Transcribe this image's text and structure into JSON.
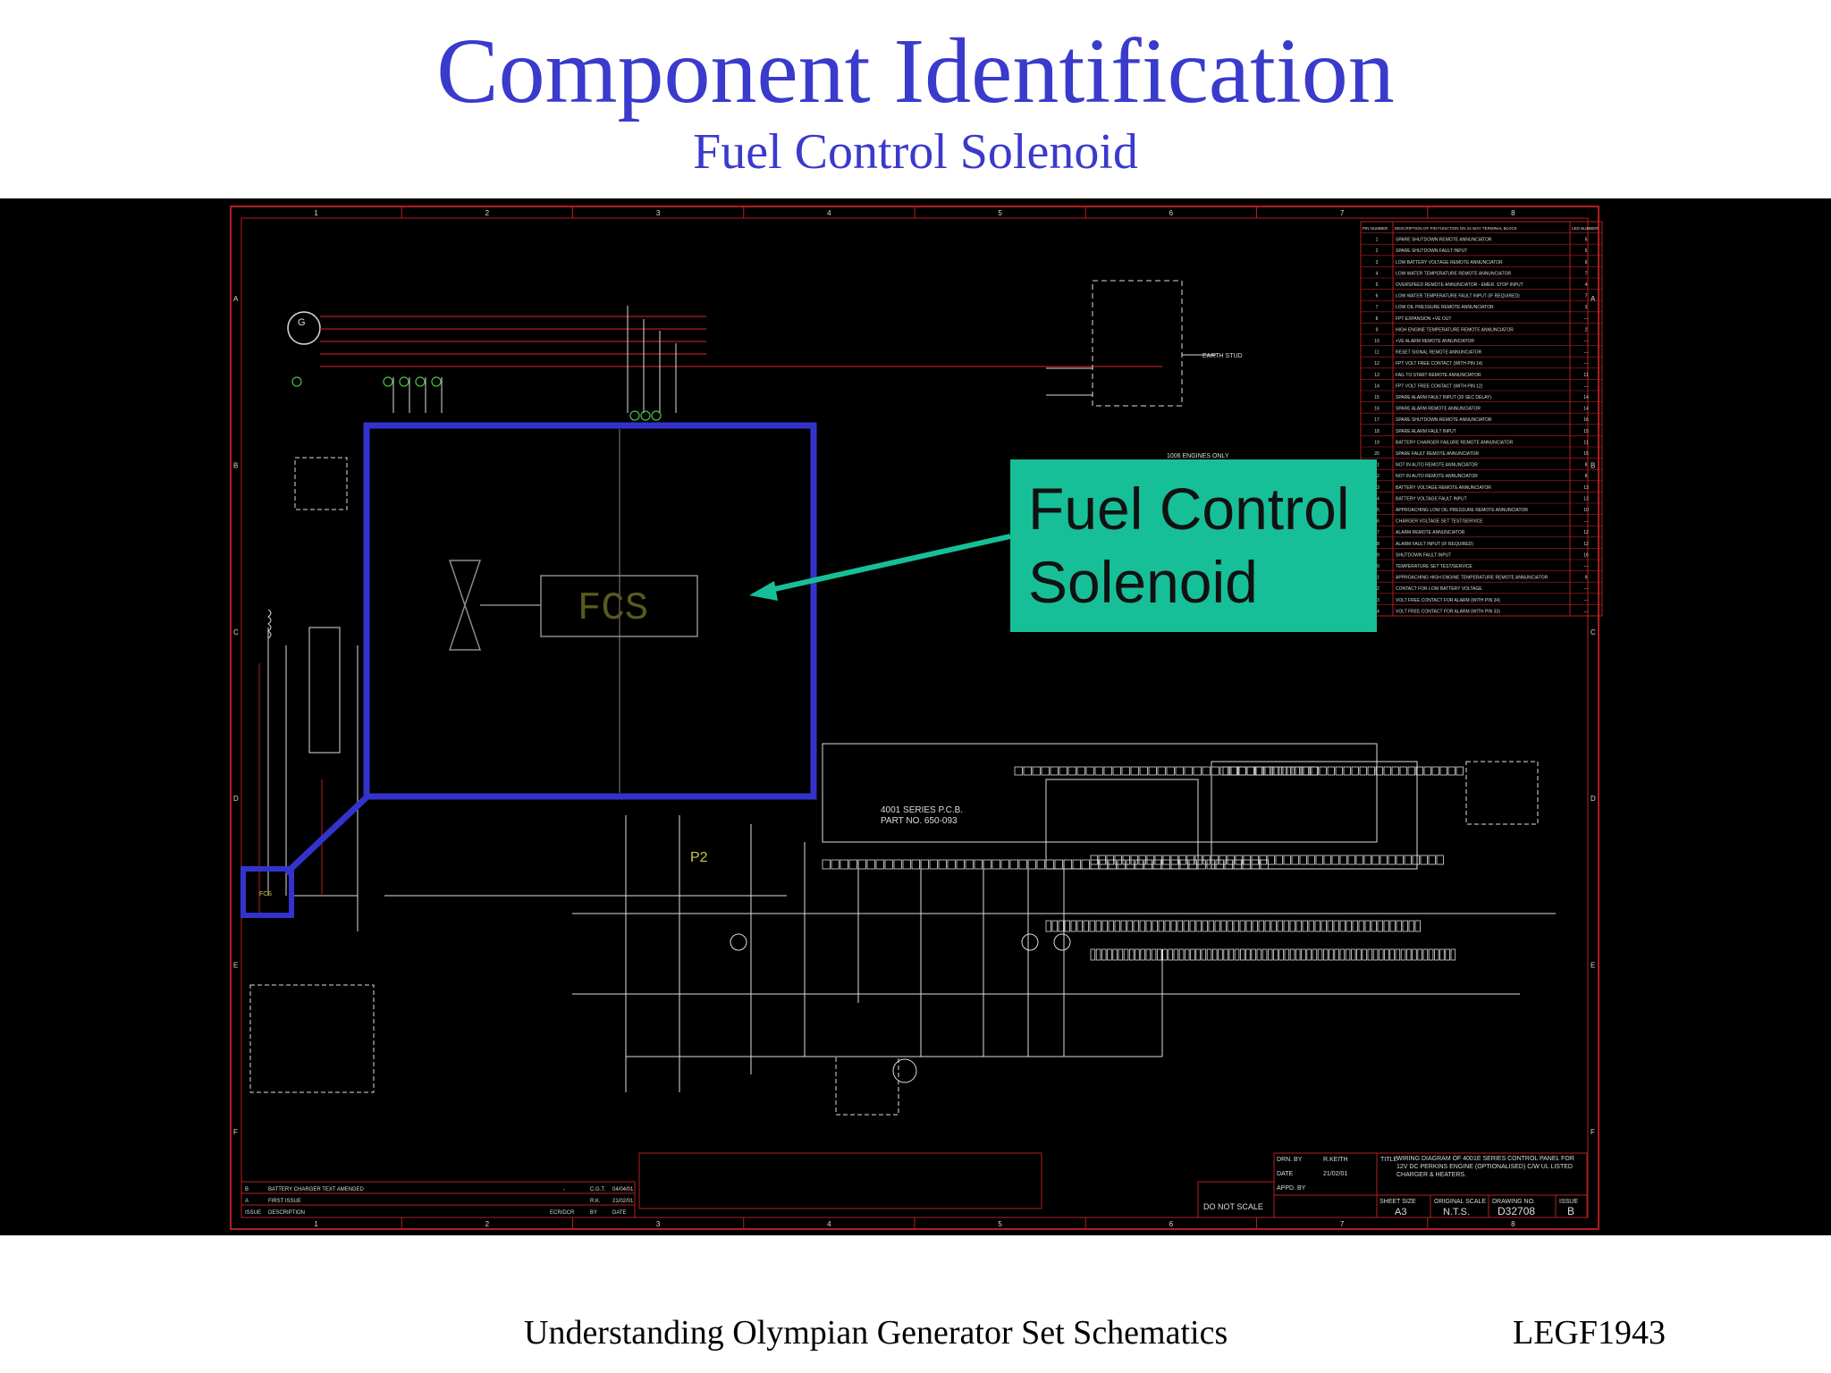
{
  "slide": {
    "title": "Component Identification",
    "subtitle": "Fuel Control Solenoid",
    "footer_text": "Understanding Olympian Generator Set Schematics",
    "footer_code": "LEGF1943"
  },
  "callout": {
    "label_line1": "Fuel Control",
    "label_line2": "Solenoid",
    "component_tag": "FCS",
    "small_tag": "FCS"
  },
  "schematic": {
    "grid_columns": [
      "1",
      "2",
      "3",
      "4",
      "5",
      "6",
      "7",
      "8"
    ],
    "grid_rows": [
      "A",
      "B",
      "C",
      "D",
      "E",
      "F"
    ],
    "pcb_label_line1": "4001 SERIES P.C.B.",
    "pcb_label_line2": "PART NO. 650-093",
    "p2_label": "P2",
    "earth_stud": "EARTH STUD",
    "engine_only": "1006 ENGINES ONLY",
    "pin_table_headers": [
      "PIN NUMBER",
      "DESCRIPTION OF PIN FUNCTION ON 24 WAY TERMINAL BLOCK",
      "LED NUMBER"
    ],
    "pin_table_rows": [
      [
        "1",
        "SPARE SHUTDOWN REMOTE ANNUNCIATOR",
        "5"
      ],
      [
        "2",
        "SPARE SHUTDOWN FAULT INPUT",
        "5"
      ],
      [
        "3",
        "LOW BATTERY VOLTAGE REMOTE ANNUNCIATOR",
        "6"
      ],
      [
        "4",
        "LOW WATER TEMPERATURE REMOTE ANNUNCIATOR",
        "7"
      ],
      [
        "5",
        "OVERSPEED REMOTE ANNUNCIATOR - EMER. STOP INPUT",
        "4"
      ],
      [
        "6",
        "LOW WATER TEMPERATURE FAULT INPUT (IF REQUIRED)",
        "7"
      ],
      [
        "7",
        "LOW OIL PRESSURE REMOTE ANNUNCIATOR",
        "3"
      ],
      [
        "8",
        "FPT EXPANSION +VE OUT",
        "---"
      ],
      [
        "9",
        "HIGH ENGINE TEMPERATURE REMOTE ANNUNCIATOR",
        "2"
      ],
      [
        "10",
        "+VE ALARM REMOTE ANNUNCIATOR",
        "---"
      ],
      [
        "11",
        "RESET SIGNAL REMOTE ANNUNCIATOR",
        "---"
      ],
      [
        "12",
        "FPT VOLT FREE CONTACT (WITH PIN 14)",
        "---"
      ],
      [
        "13",
        "FAIL TO START REMOTE ANNUNCIATOR",
        "11"
      ],
      [
        "14",
        "FPT VOLT FREE CONTACT (WITH PIN 12)",
        "---"
      ],
      [
        "15",
        "SPARE ALARM FAULT INPUT (20 SEC DELAY)",
        "14"
      ],
      [
        "16",
        "SPARE ALARM REMOTE ANNUNCIATOR",
        "14"
      ],
      [
        "17",
        "SPARE SHUTDOWN REMOTE ANNUNCIATOR",
        "16"
      ],
      [
        "18",
        "SPARE ALARM FAULT INPUT",
        "15"
      ],
      [
        "19",
        "BATTERY CHARGER FAILURE REMOTE ANNUNCIATOR",
        "11"
      ],
      [
        "20",
        "SPARE FAULT REMOTE ANNUNCIATOR",
        "15"
      ],
      [
        "21",
        "NOT IN AUTO REMOTE ANNUNCIATOR",
        "8"
      ],
      [
        "22",
        "NOT IN AUTO REMOTE ANNUNCIATOR",
        "8"
      ],
      [
        "23",
        "BATTERY VOLTAGE REMOTE ANNUNCIATOR",
        "13"
      ],
      [
        "24",
        "BATTERY VOLTAGE FAULT INPUT",
        "13"
      ],
      [
        "25",
        "APPROACHING LOW OIL PRESSURE REMOTE ANNUNCIATOR",
        "10"
      ],
      [
        "26",
        "CHARGER VOLTAGE SET TEST/SERVICE",
        "---"
      ],
      [
        "27",
        "ALARM REMOTE ANNUNCIATOR",
        "12"
      ],
      [
        "28",
        "ALARM FAULT INPUT (IF REQUIRED)",
        "12"
      ],
      [
        "29",
        "SHUTDOWN FAULT INPUT",
        "16"
      ],
      [
        "30",
        "TEMPERATURE SET TEST/SERVICE",
        "---"
      ],
      [
        "31",
        "APPROACHING HIGH ENGINE TEMPERATURE REMOTE ANNUNCIATOR",
        "9"
      ],
      [
        "32",
        "CONTACT FOR LOW BATTERY VOLTAGE",
        "---"
      ],
      [
        "33",
        "VOLT FREE CONTACT FOR ALARM (WITH PIN 34)",
        "---"
      ],
      [
        "34",
        "VOLT FREE CONTACT FOR ALARM (WITH PIN 33)",
        "---"
      ]
    ],
    "title_block": {
      "drn_by_label": "DRN. BY",
      "drn_by": "R.KEITH",
      "date_label": "DATE",
      "date": "21/02/01",
      "appd_by_label": "APPD. BY",
      "title_label": "TITLE",
      "title": "WIRING DIAGRAM OF 4001E SERIES CONTROL PANEL FOR 12V DC PERKINS ENGINE (OPTIONALISED) C/W UL LISTED CHARGER & HEATERS.",
      "sheet_size_label": "SHEET SIZE",
      "sheet_size": "A3",
      "scale_label": "ORIGINAL SCALE",
      "scale": "N.T.S.",
      "drawing_no_label": "DRAWING NO.",
      "drawing_no": "D32708",
      "issue_label": "ISSUE",
      "issue": "B",
      "do_not_scale": "DO NOT SCALE"
    },
    "revisions": [
      [
        "B",
        "BATTERY CHARGER TEXT AMENDED",
        "-",
        "C.G.T.",
        "04/04/01"
      ],
      [
        "A",
        "FIRST ISSUE",
        "",
        "R.K.",
        "21/02/01"
      ]
    ],
    "revision_headers": [
      "ISSUE",
      "DESCRIPTION",
      "ECR/DCR",
      "BY",
      "DATE"
    ]
  },
  "colors": {
    "title_blue": "#3a3acc",
    "callout_teal": "#17bf98",
    "highlight_blue": "#3333cc",
    "schematic_bg": "#000000",
    "border_red": "#b02020",
    "wire_white": "#dcdcdc",
    "label_yellow": "#c8c84a"
  }
}
